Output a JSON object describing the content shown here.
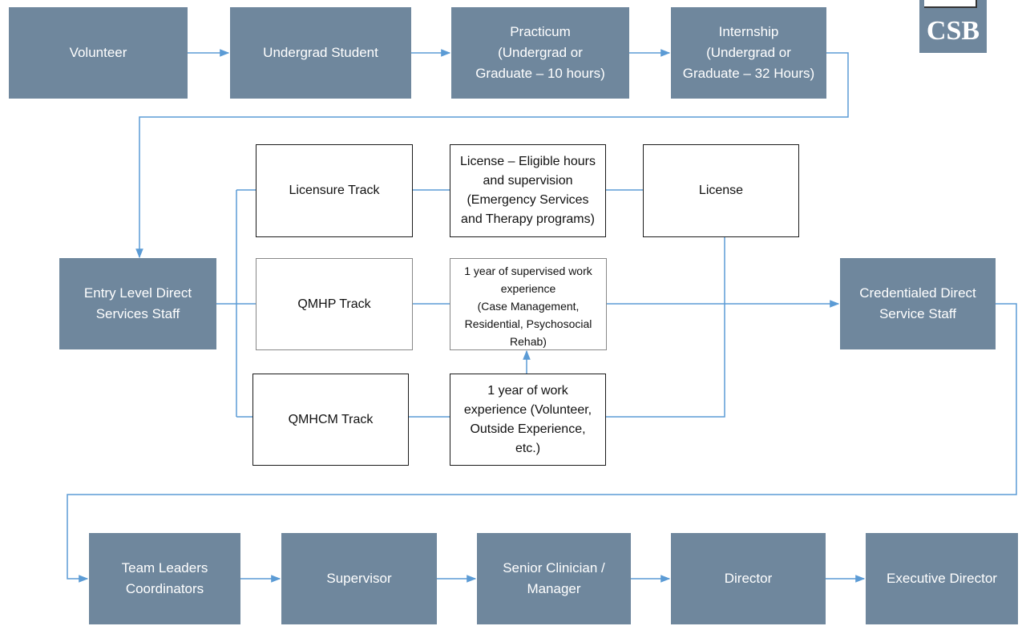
{
  "logo": {
    "text": "CSB"
  },
  "colors": {
    "fill": "#6f879d",
    "line": "#5b9bd5",
    "border": "#1a1a1a"
  },
  "nodes": {
    "volunteer": "Volunteer",
    "undergrad": "Undergrad Student",
    "practicum": "Practicum\n(Undergrad or\nGraduate – 10 hours)",
    "internship": "Internship\n(Undergrad or\nGraduate – 32 Hours)",
    "licensure_track": "Licensure Track",
    "license_hours": "License – Eligible hours\nand supervision\n(Emergency Services\nand Therapy programs)",
    "license": "License",
    "entry_level": "Entry Level Direct\nServices Staff",
    "qmhp_track": "QMHP Track",
    "supervised_work": "1 year of supervised work\nexperience\n(Case Management,\nResidential, Psychosocial\nRehab)",
    "credentialed": "Credentialed Direct\nService Staff",
    "qmhcm_track": "QMHCM Track",
    "work_experience": "1 year of work\nexperience (Volunteer,\nOutside Experience,\netc.)",
    "team_leaders": "Team Leaders\nCoordinators",
    "supervisor": "Supervisor",
    "senior_clinician": "Senior Clinician /\nManager",
    "director": "Director",
    "executive_director": "Executive Director"
  }
}
